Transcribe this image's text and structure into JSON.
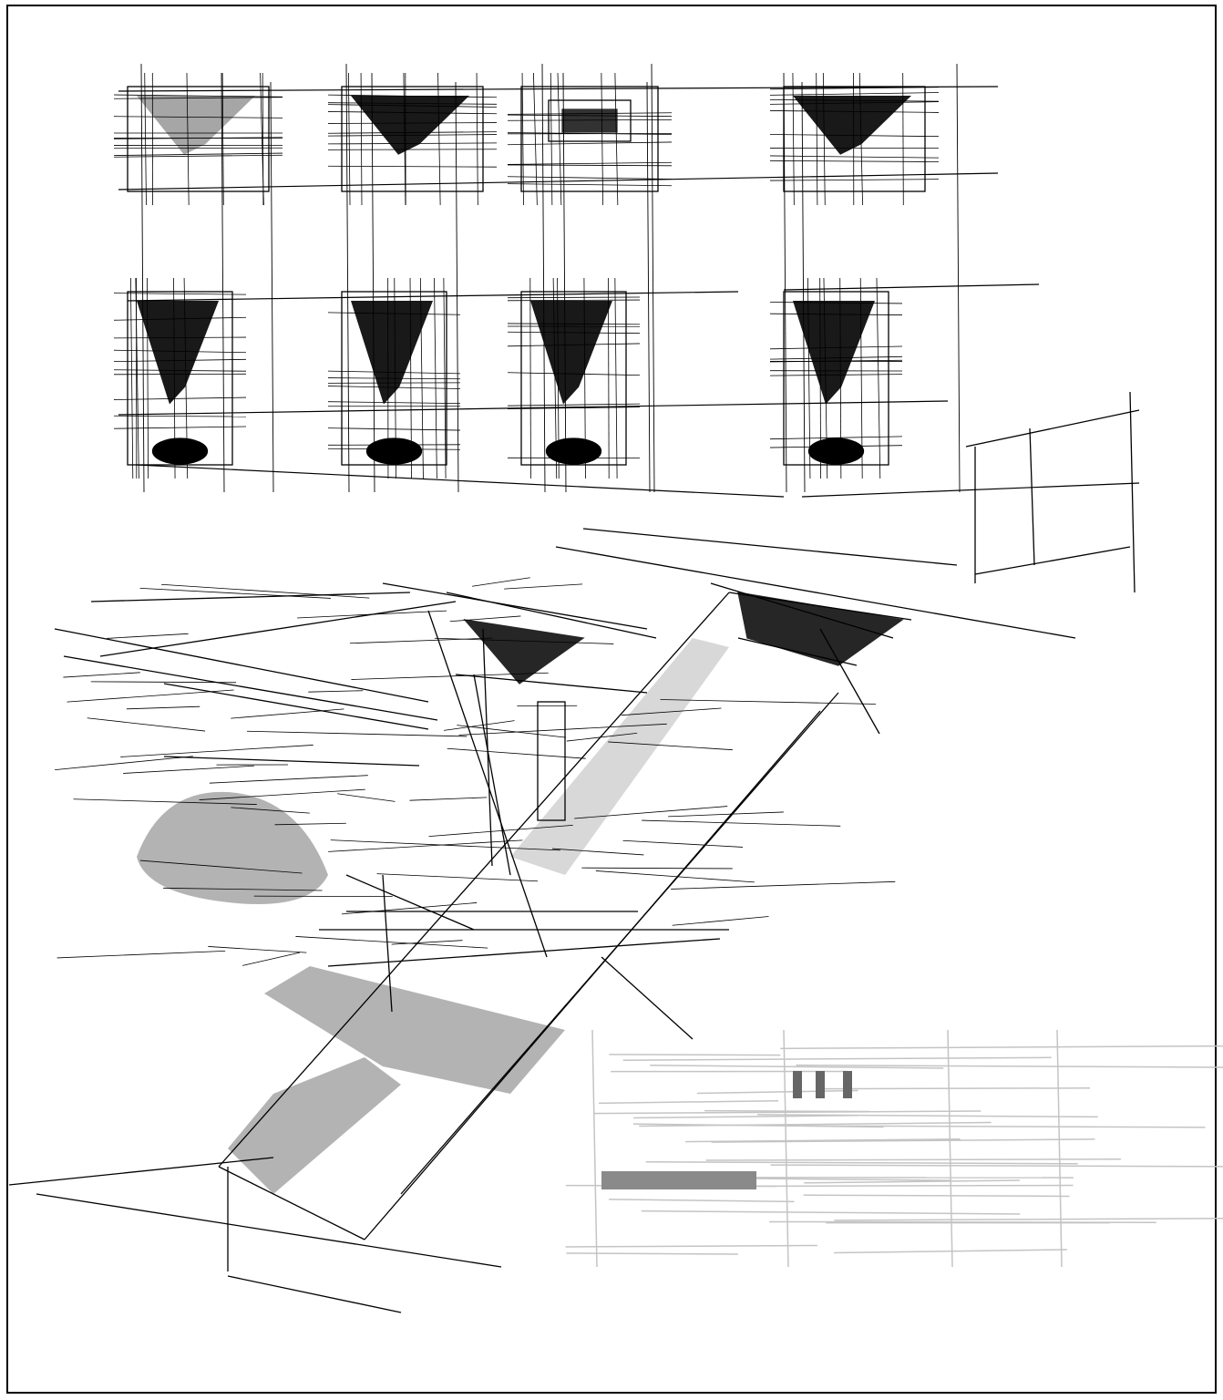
{
  "artwork": {
    "kind": "architectural-pen-sketch",
    "thumbnail_rows": 2,
    "thumbnails_per_row": 4
  },
  "colors": {
    "ink": "#000000",
    "shadow": "#9a9a9a",
    "pencil": "#c4c4c4",
    "paper": "#ffffff",
    "frame": "#000000"
  }
}
